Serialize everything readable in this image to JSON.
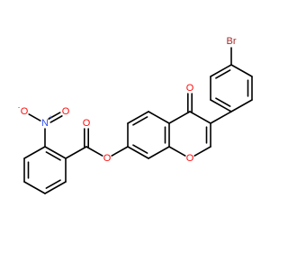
{
  "colors": {
    "background": "#ffffff",
    "carbon_bond": "#000000",
    "oxygen": "#ff0d0d",
    "nitrogen": "#3050f8",
    "bromine": "#a62929"
  },
  "atoms": {
    "carbonyl_oxygen": "O",
    "ring_oxygen": "O",
    "ester_ether_oxygen": "O",
    "ester_carbonyl_oxygen": "O",
    "nitro_nitrogen": "N",
    "nitro_nitrogen_charge": "+",
    "nitro_oxygen_anion": "O",
    "nitro_oxygen_anion_charge": "-",
    "nitro_oxygen_double": "O",
    "bromine": "Br"
  }
}
